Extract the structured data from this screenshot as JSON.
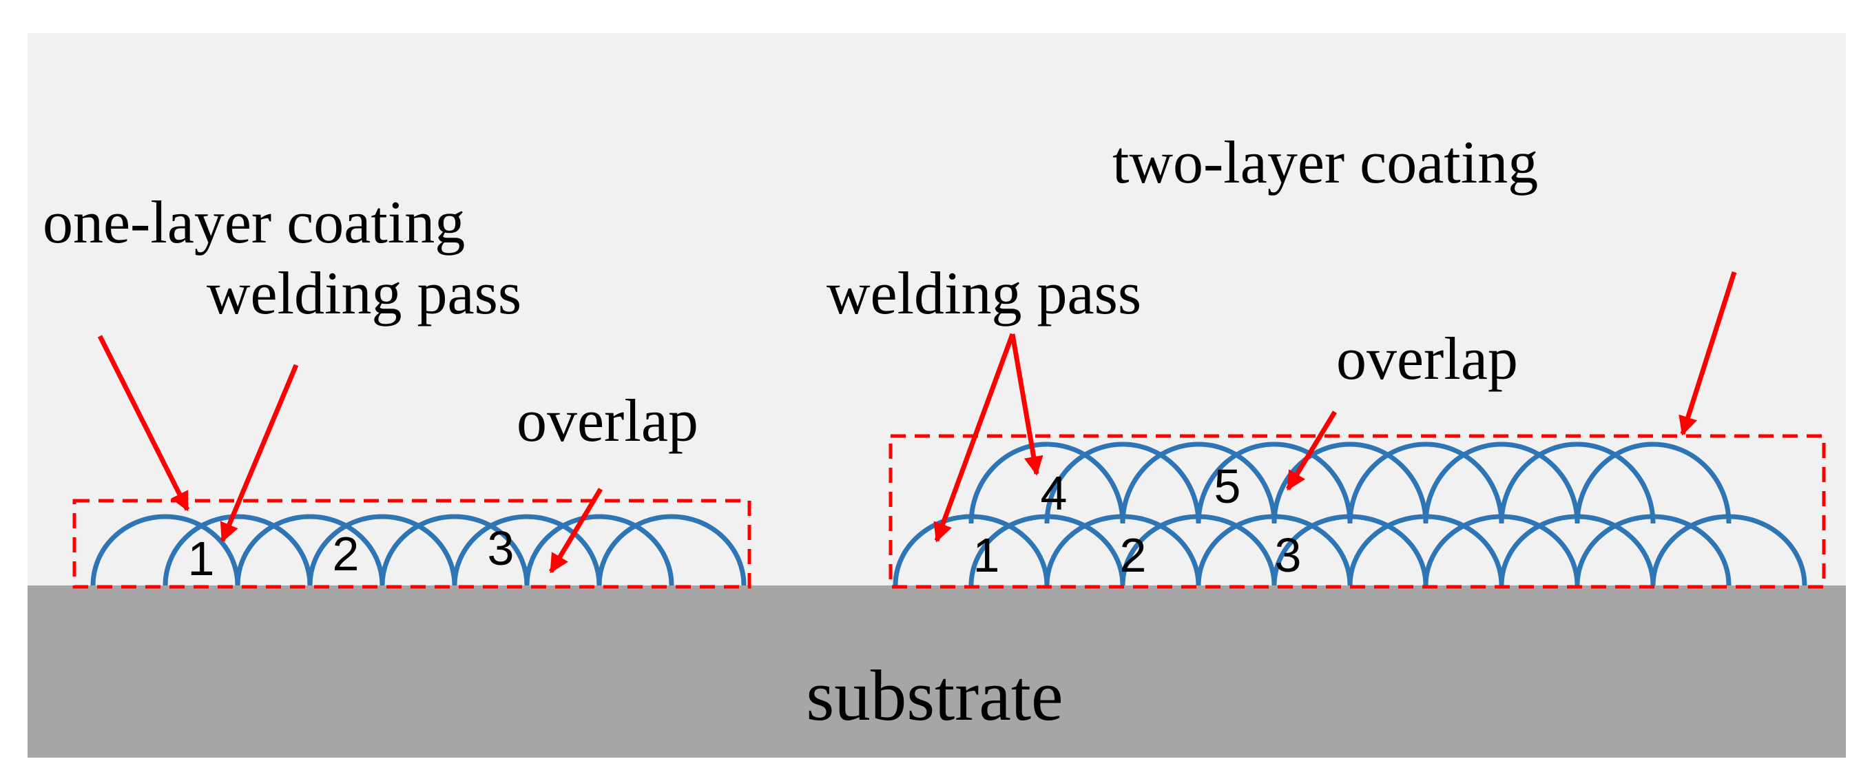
{
  "colors": {
    "background": "#f1f1f1",
    "substrate": "#a6a6a6",
    "bead": "#2e75b6",
    "annotation": "#ff0000",
    "text": "#000000"
  },
  "substrate_label": "substrate",
  "one_layer": {
    "title": "one-layer coating",
    "welding_pass": "welding pass",
    "overlap": "overlap",
    "pass_numbers": [
      "1",
      "2",
      "3"
    ]
  },
  "two_layer": {
    "title": "two-layer coating",
    "welding_pass": "welding pass",
    "overlap": "overlap",
    "pass_numbers": [
      "1",
      "2",
      "3",
      "4",
      "5"
    ]
  }
}
